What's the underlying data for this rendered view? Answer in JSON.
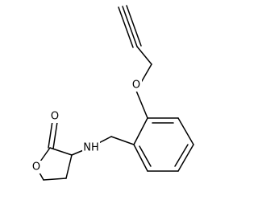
{
  "molecule": {
    "atom_labels": {
      "ring_oxygen": "O",
      "carbonyl_oxygen": "O",
      "amine": "NH",
      "ether_oxygen": "O"
    },
    "colors": {
      "bond": "#000000",
      "background": "#ffffff"
    }
  }
}
